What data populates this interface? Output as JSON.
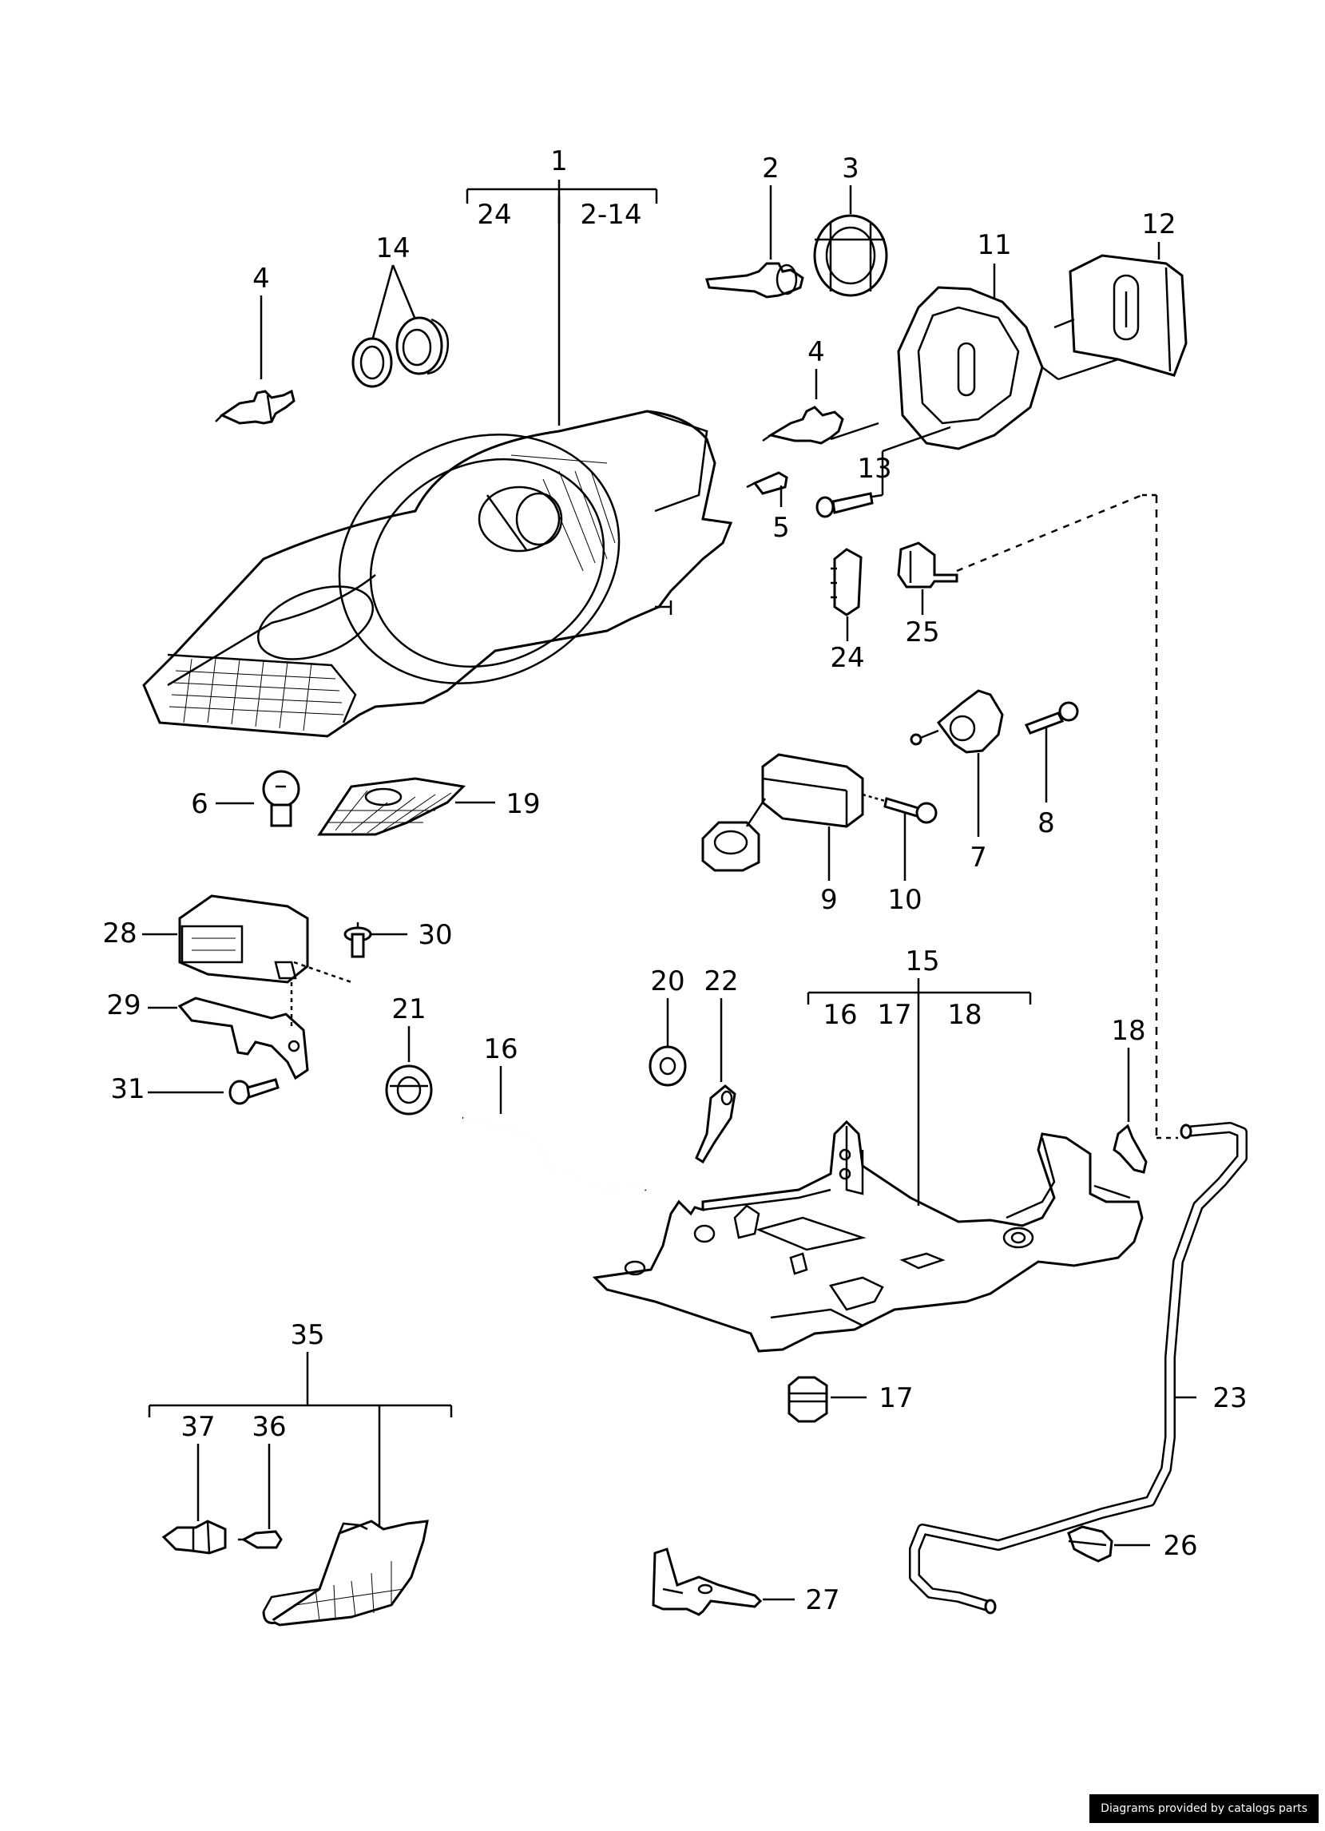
{
  "labels": {
    "l1": "1",
    "l24a": "24",
    "l2_14": "2-14",
    "l2": "2",
    "l3": "3",
    "l4a": "4",
    "l14": "14",
    "l11": "11",
    "l12": "12",
    "l4b": "4",
    "l13": "13",
    "l5": "5",
    "l24b": "24",
    "l25": "25",
    "l6": "6",
    "l19": "19",
    "l7": "7",
    "l8": "8",
    "l9": "9",
    "l10": "10",
    "l28": "28",
    "l30": "30",
    "l29": "29",
    "l31": "31",
    "l21": "21",
    "l20": "20",
    "l22": "22",
    "l15": "15",
    "l16a": "16",
    "l17a": "17",
    "l18a": "18",
    "l16b": "16",
    "l18b": "18",
    "l17b": "17",
    "l23": "23",
    "l35": "35",
    "l37": "37",
    "l36": "36",
    "l26": "26",
    "l27": "27"
  },
  "credit": "Diagrams provided by catalogs parts"
}
